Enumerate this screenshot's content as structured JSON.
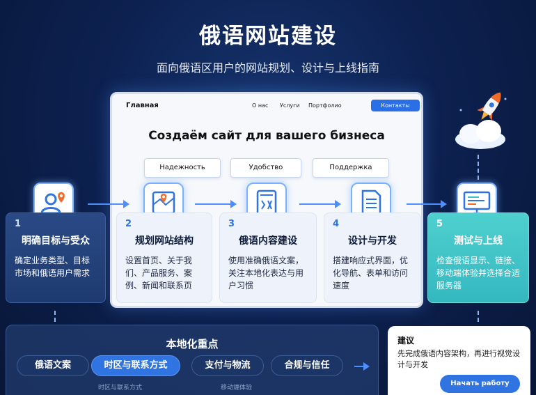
{
  "header": {
    "title": "俄语网站建设",
    "subtitle": "面向俄语区用户的网站规划、设计与上线指南"
  },
  "browser": {
    "brand": "Главная",
    "links": [
      "О нас",
      "Услуги",
      "Портфолио"
    ],
    "cta": "Контакты",
    "hero": "Создаём сайт для вашего бизнеса",
    "pills": [
      "Надежность",
      "Удобство",
      "Поддержка"
    ]
  },
  "steps": [
    {
      "num": "1",
      "title": "明确目标与受众",
      "desc": "确定业务类型、目标市场和俄语用户需求",
      "icon": "user-target-icon"
    },
    {
      "num": "2",
      "title": "规划网站结构",
      "desc": "设置首页、关于我们、产品服务、案例、新闻和联系页",
      "icon": "map-pin-icon"
    },
    {
      "num": "3",
      "title": "俄语内容建设",
      "desc": "使用准确俄语文案，关注本地化表达与用户习惯",
      "icon": "cyrillic-document-icon"
    },
    {
      "num": "4",
      "title": "设计与开发",
      "desc": "搭建响应式界面，优化导航、表单和访问速度",
      "icon": "document-icon"
    },
    {
      "num": "5",
      "title": "测试与上线",
      "desc": "检查俄语显示、链接、移动端体验并选择合适服务器",
      "icon": "monitor-code-icon"
    }
  ],
  "localization": {
    "title": "本地化重点",
    "tags": [
      "俄语文案",
      "时区与联系方式",
      "支付与物流",
      "合规与信任"
    ],
    "active_index": 1,
    "subtags": [
      "时区与联系方式",
      "移动端体验"
    ]
  },
  "tip": {
    "title": "建议",
    "text": "先完成俄语内容架构，再进行视觉设计与开发",
    "button": "Начать работу"
  },
  "colors": {
    "accent": "#2f74e0",
    "teal": "#3ec3c6",
    "background": "#0d2150"
  }
}
